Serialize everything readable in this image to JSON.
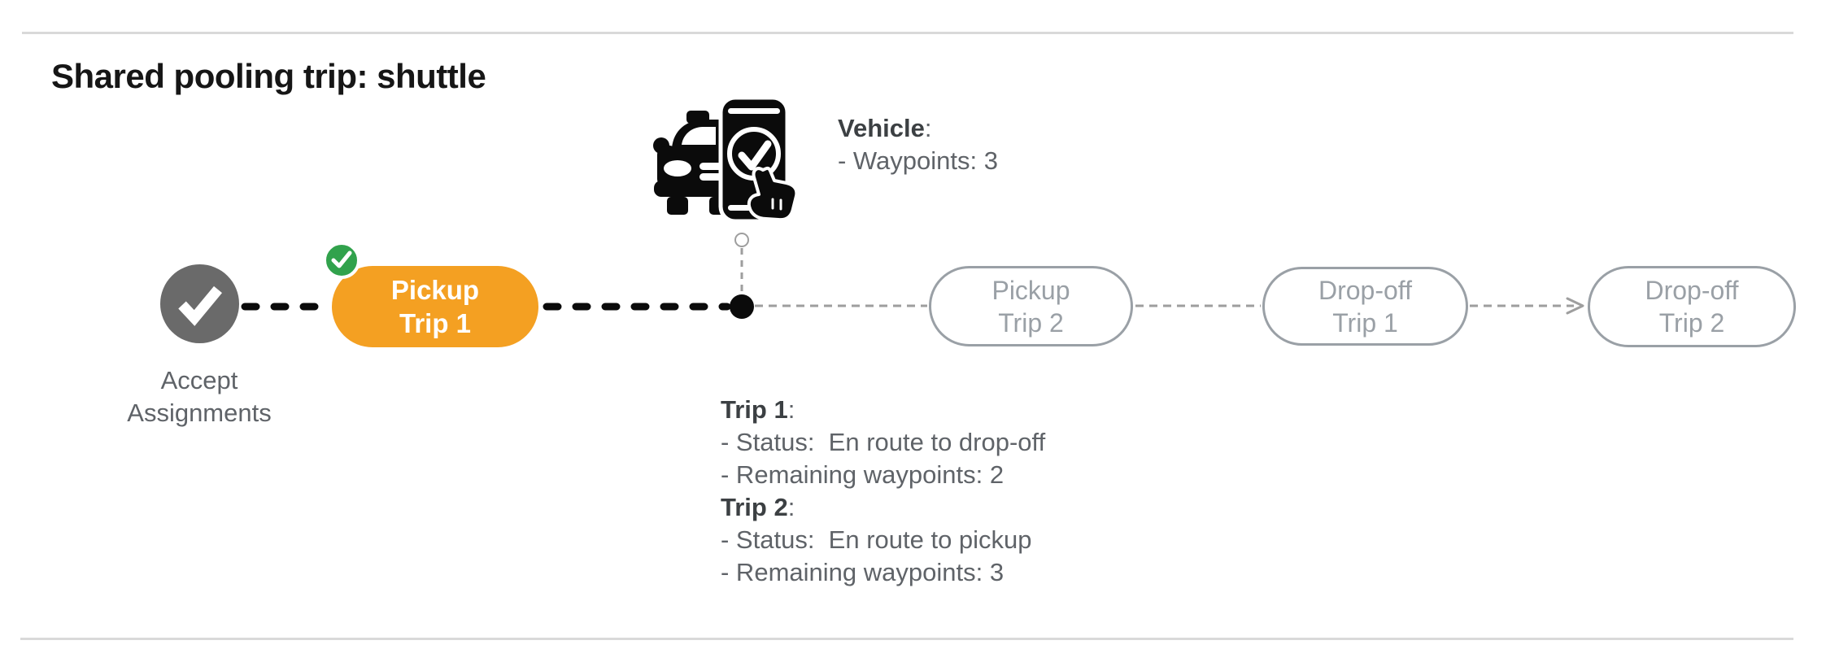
{
  "page": {
    "title": "Shared pooling trip: shuttle"
  },
  "colors": {
    "accent_orange": "#F4A022",
    "success_green": "#31A24C",
    "node_gray": "#6A6A6A",
    "pill_gray": "#9AA0A6",
    "text_gray": "#5F6368",
    "text_dark": "#3C4043",
    "title_color": "#161616",
    "connector_gray": "#9E9E9E",
    "connector_black": "#0B0B0B",
    "rule_gray": "#D9D9D9"
  },
  "vehicle_annotation": {
    "label": "Vehicle",
    "suffix": ":",
    "lines": [
      "- Waypoints: 3"
    ]
  },
  "timeline": {
    "start": {
      "line1": "Accept",
      "line2": "Assignments"
    },
    "nodes": [
      {
        "id": "pickup-trip-1",
        "line1": "Pickup",
        "line2": "Trip 1",
        "state": "completed-current",
        "badge": "check"
      },
      {
        "id": "pickup-trip-2",
        "line1": "Pickup",
        "line2": "Trip 2",
        "state": "upcoming"
      },
      {
        "id": "dropoff-trip-1",
        "line1": "Drop-off",
        "line2": "Trip 1",
        "state": "upcoming"
      },
      {
        "id": "dropoff-trip-2",
        "line1": "Drop-off",
        "line2": "Trip 2",
        "state": "upcoming"
      }
    ]
  },
  "trip_status": {
    "sections": [
      {
        "label": "Trip 1",
        "suffix": ":",
        "lines": [
          "- Status:  En route to drop-off",
          "- Remaining waypoints: 2"
        ]
      },
      {
        "label": "Trip 2",
        "suffix": ":",
        "lines": [
          "- Status:  En route to pickup",
          "- Remaining waypoints: 3"
        ]
      }
    ]
  }
}
